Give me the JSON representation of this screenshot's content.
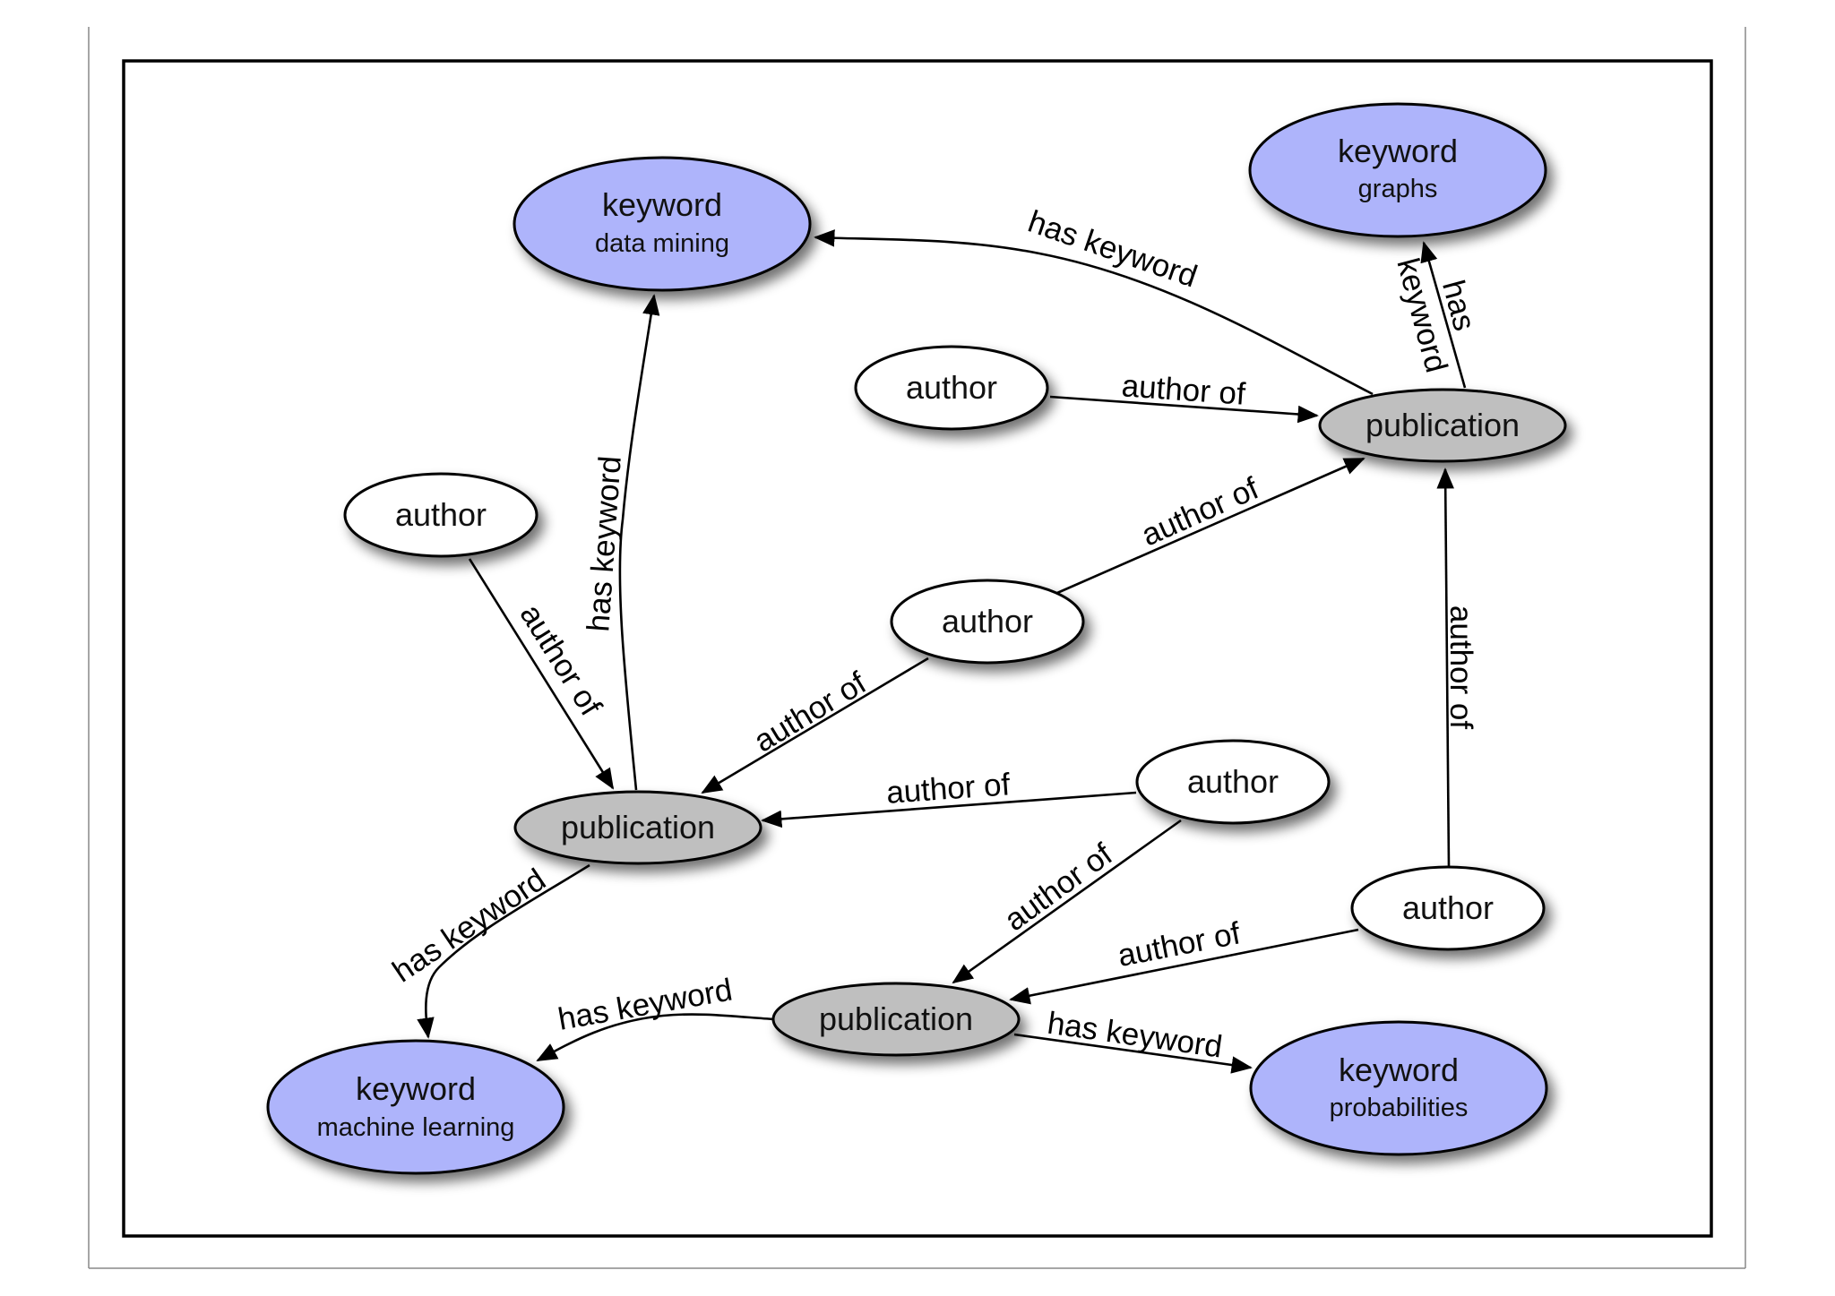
{
  "colors": {
    "keyword_fill": "#aeb4fb",
    "publication_fill": "#bfbfbf",
    "author_fill": "#ffffff",
    "stroke": "#000000"
  },
  "nodes": {
    "kw_data_mining": {
      "title": "keyword",
      "subtitle": "data mining"
    },
    "kw_graphs": {
      "title": "keyword",
      "subtitle": "graphs"
    },
    "kw_machine_learning": {
      "title": "keyword",
      "subtitle": "machine learning"
    },
    "kw_probabilities": {
      "title": "keyword",
      "subtitle": "probabilities"
    },
    "pub_right": {
      "title": "publication"
    },
    "pub_left": {
      "title": "publication"
    },
    "pub_bottom": {
      "title": "publication"
    },
    "author_top": {
      "title": "author"
    },
    "author_left": {
      "title": "author"
    },
    "author_center": {
      "title": "author"
    },
    "author_mid_right": {
      "title": "author"
    },
    "author_bottom_right": {
      "title": "author"
    }
  },
  "edges": {
    "pub_right_data_mining": "has keyword",
    "pub_right_graphs_line1": "has",
    "pub_right_graphs_line2": "keyword",
    "author_top_pub_right": "author of",
    "author_center_pub_right": "author of",
    "author_bottom_right_pub_right": "author of",
    "pub_left_data_mining": "has keyword",
    "author_left_pub_left": "author of",
    "author_center_pub_left": "author of",
    "author_mid_right_pub_left": "author of",
    "pub_left_machine_learning": "has keyword",
    "author_mid_right_pub_bottom": "author of",
    "author_bottom_right_pub_bottom": "author of",
    "pub_bottom_machine_learning": "has keyword",
    "pub_bottom_probabilities": "has keyword"
  }
}
